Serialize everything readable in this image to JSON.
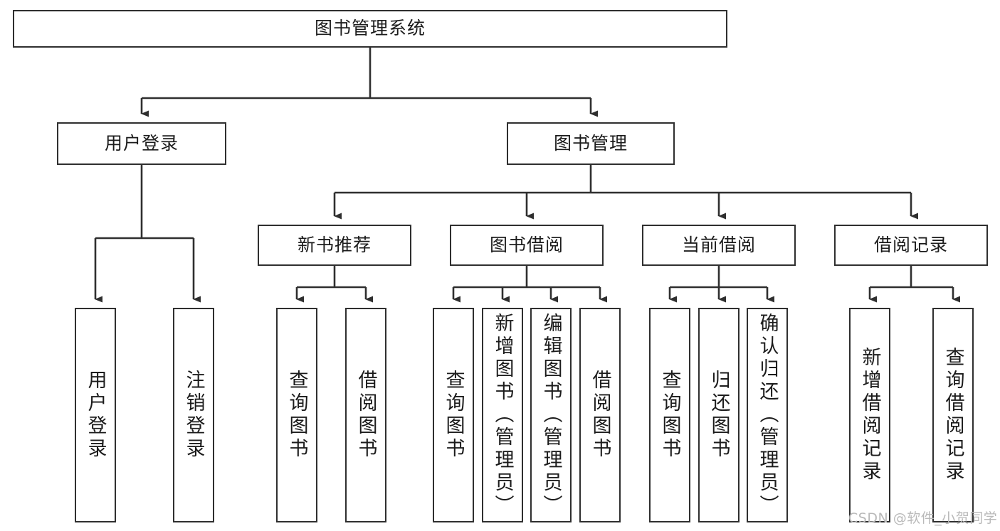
{
  "diagram": {
    "type": "tree-hierarchy",
    "title": "图书管理系统",
    "orientation": "top-down",
    "colors": {
      "box_border": "#2f2f2f",
      "box_fill": "#ffffff",
      "edge": "#2f2f2f",
      "text": "#1b1b1b",
      "background": "#ffffff",
      "watermark": "#b9b9b9"
    },
    "nodes": {
      "root": {
        "label": "图书管理系统"
      },
      "level2": [
        {
          "id": "user-login",
          "label": "用户登录"
        },
        {
          "id": "book-management",
          "label": "图书管理"
        }
      ],
      "level3": [
        {
          "id": "new-book-recommend",
          "label": "新书推荐"
        },
        {
          "id": "book-borrow",
          "label": "图书借阅"
        },
        {
          "id": "current-borrow",
          "label": "当前借阅"
        },
        {
          "id": "borrow-record",
          "label": "借阅记录"
        }
      ],
      "leaves": [
        {
          "id": "leaf-user-login",
          "label": "用户登录",
          "parent": "user-login"
        },
        {
          "id": "leaf-logout-login",
          "label": "注销登录",
          "parent": "user-login"
        },
        {
          "id": "leaf-query-book-1",
          "label": "查询图书",
          "parent": "new-book-recommend"
        },
        {
          "id": "leaf-borrow-book-1",
          "label": "借阅图书",
          "parent": "new-book-recommend"
        },
        {
          "id": "leaf-query-book-2",
          "label": "查询图书",
          "parent": "book-borrow"
        },
        {
          "id": "leaf-add-book",
          "label": "新增图书（管理员）",
          "parent": "book-borrow"
        },
        {
          "id": "leaf-edit-book",
          "label": "编辑图书（管理员）",
          "parent": "book-borrow"
        },
        {
          "id": "leaf-borrow-book-2",
          "label": "借阅图书",
          "parent": "book-borrow"
        },
        {
          "id": "leaf-query-book-3",
          "label": "查询图书",
          "parent": "current-borrow"
        },
        {
          "id": "leaf-return-book",
          "label": "归还图书",
          "parent": "current-borrow"
        },
        {
          "id": "leaf-confirm-return",
          "label": "确认归还（管理员）",
          "parent": "current-borrow"
        },
        {
          "id": "leaf-add-record",
          "label": "新增借阅记录",
          "parent": "borrow-record"
        },
        {
          "id": "leaf-query-record",
          "label": "查询借阅记录",
          "parent": "borrow-record"
        }
      ]
    }
  },
  "watermark": {
    "text": "CSDN @软件_小贺同学"
  }
}
